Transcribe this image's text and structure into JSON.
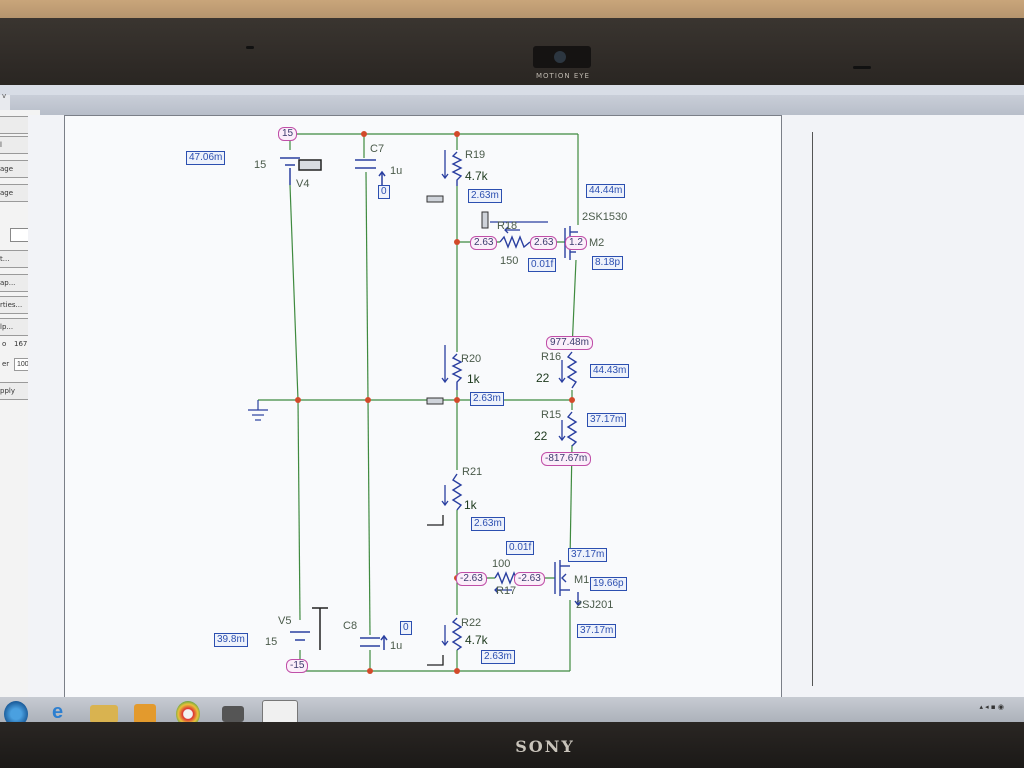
{
  "hardware": {
    "camera_label": "MOTION EYE",
    "brand": "SONY"
  },
  "left_panel": {
    "buttons": [
      "t...",
      "ap...",
      "rties...",
      "lp...",
      "pply"
    ],
    "row1_label": "o",
    "row1_value": "167",
    "row2_label": "er",
    "row2_value": "100",
    "tabs": [
      "l",
      "age",
      "age"
    ]
  },
  "schematic": {
    "supply_pos": {
      "node": "15",
      "name": "V4",
      "value": "15",
      "current": "47.06m"
    },
    "supply_neg": {
      "node": "-15",
      "name": "V5",
      "value": "15",
      "current": "39.8m"
    },
    "C7": {
      "name": "C7",
      "value": "1u",
      "current": "0"
    },
    "C8": {
      "name": "C8",
      "value": "1u",
      "current": "0"
    },
    "R19": {
      "name": "R19",
      "value": "4.7k",
      "current": "2.63m"
    },
    "R18": {
      "name": "R18",
      "value": "150",
      "current": "0.01f",
      "left_node": "2.63",
      "right_node": "2.63"
    },
    "M2": {
      "name": "M2",
      "part": "2SK1530",
      "gate_node": "1.2",
      "drain_current": "44.44m",
      "gate_current": "8.18p"
    },
    "R20": {
      "name": "R20",
      "value": "1k",
      "current": "2.63m"
    },
    "R16": {
      "name": "R16",
      "value": "22",
      "top_node": "977.48m",
      "current": "44.43m"
    },
    "R15": {
      "name": "R15",
      "value": "22",
      "bottom_node": "-817.67m",
      "current": "37.17m"
    },
    "R21": {
      "name": "R21",
      "value": "1k",
      "current": "2.63m"
    },
    "R17": {
      "name": "R17",
      "value": "100",
      "current": "0.01f",
      "left_node": "-2.63",
      "right_node": "-2.63"
    },
    "M1": {
      "name": "M1",
      "part": "2SJ201",
      "drain_current": "37.17m",
      "gate_current": "19.66p",
      "source_current": "37.17m"
    },
    "R22": {
      "name": "R22",
      "value": "4.7k",
      "current": "2.63m"
    }
  },
  "colors": {
    "wire": "#3f8a3f",
    "node": "#d24a2a",
    "probe_box": "#2c4fb0",
    "node_label": "#c04fa8",
    "component": "#2a3fa0"
  }
}
